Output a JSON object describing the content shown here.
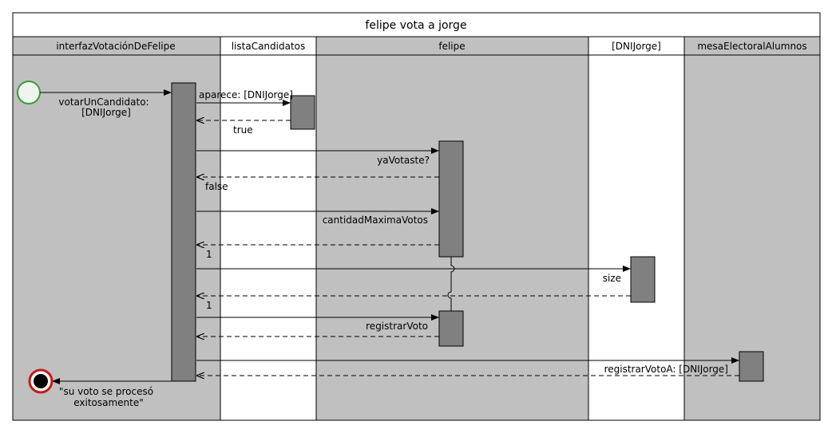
{
  "diagram": {
    "title": "felipe vota a jorge",
    "lanes": [
      {
        "id": "interfaz",
        "label": "interfazVotaciónDeFelipe",
        "shaded": true
      },
      {
        "id": "lista",
        "label": "listaCandidatos",
        "shaded": false
      },
      {
        "id": "felipe",
        "label": "felipe",
        "shaded": true
      },
      {
        "id": "dni",
        "label": "[DNIJorge]",
        "shaded": false
      },
      {
        "id": "mesa",
        "label": "mesaElectoralAlumnos",
        "shaded": true
      }
    ],
    "start_label": [
      "votarUnCandidato:",
      "[DNIJorge]"
    ],
    "end_label": [
      "\"su voto se procesó",
      "exitosamente\""
    ],
    "messages": [
      {
        "label": "aparece: [DNIJorge]",
        "kind": "call"
      },
      {
        "label": "true",
        "kind": "return"
      },
      {
        "label": "yaVotaste?",
        "kind": "call"
      },
      {
        "label": "false",
        "kind": "return"
      },
      {
        "label": "cantidadMaximaVotos",
        "kind": "call"
      },
      {
        "label": "1",
        "kind": "return"
      },
      {
        "label": "size",
        "kind": "call"
      },
      {
        "label": "1",
        "kind": "return"
      },
      {
        "label": "registrarVoto",
        "kind": "call"
      },
      {
        "label": "registrarVotoA: [DNIJorge]",
        "kind": "call"
      }
    ],
    "colors": {
      "lane_shade": "#c0c0c0",
      "activation": "#808080",
      "start_fill": "#eef5ee",
      "start_stroke": "#3a9a3a",
      "end_ring": "#c81818"
    }
  }
}
